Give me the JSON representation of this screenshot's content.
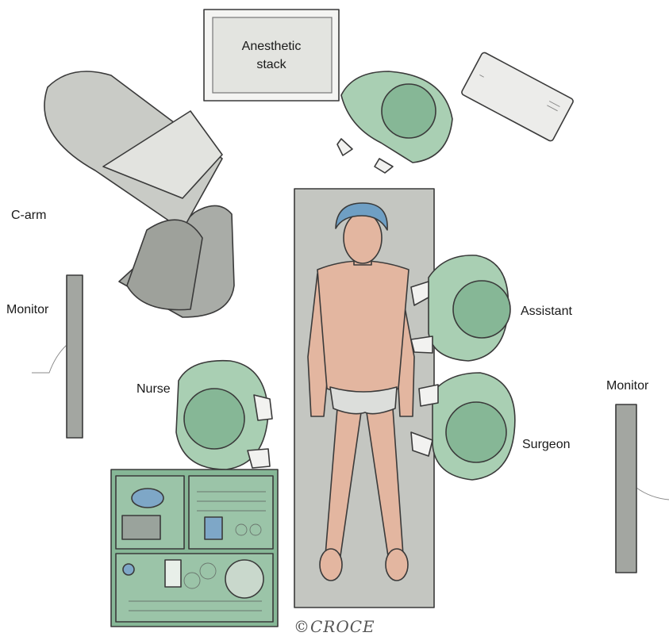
{
  "labels": {
    "anesthetic_line1": "Anesthetic",
    "anesthetic_line2": "stack",
    "c_arm": "C-arm",
    "monitor_left": "Monitor",
    "monitor_right": "Monitor",
    "nurse": "Nurse",
    "assistant": "Assistant",
    "surgeon": "Surgeon"
  },
  "signature": "©CROCE",
  "colors": {
    "scrubs": "#a9cfb3",
    "scrubs_dark": "#86b796",
    "table": "#c4c6c1",
    "skin": "#e3b6a0",
    "cap": "#6f9fc4",
    "equipment": "#b5b8b3"
  }
}
